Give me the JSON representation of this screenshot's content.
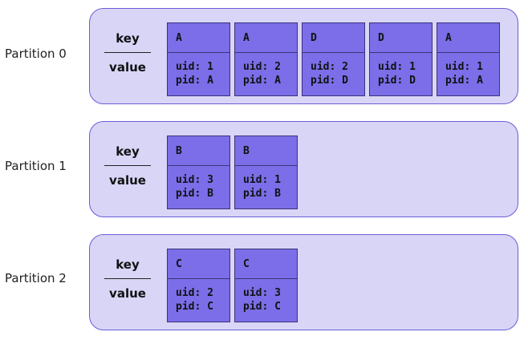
{
  "legend": {
    "key_label": "key",
    "value_label": "value"
  },
  "partitions": [
    {
      "label": "Partition 0",
      "records": [
        {
          "key": "A",
          "uid": "uid: 1",
          "pid": "pid: A"
        },
        {
          "key": "A",
          "uid": "uid: 2",
          "pid": "pid: A"
        },
        {
          "key": "D",
          "uid": "uid: 2",
          "pid": "pid: D"
        },
        {
          "key": "D",
          "uid": "uid: 1",
          "pid": "pid: D"
        },
        {
          "key": "A",
          "uid": "uid: 1",
          "pid": "pid: A"
        }
      ]
    },
    {
      "label": "Partition 1",
      "records": [
        {
          "key": "B",
          "uid": "uid: 3",
          "pid": "pid: B"
        },
        {
          "key": "B",
          "uid": "uid: 1",
          "pid": "pid: B"
        }
      ]
    },
    {
      "label": "Partition 2",
      "records": [
        {
          "key": "C",
          "uid": "uid: 2",
          "pid": "pid: C"
        },
        {
          "key": "C",
          "uid": "uid: 3",
          "pid": "pid: C"
        }
      ]
    }
  ]
}
